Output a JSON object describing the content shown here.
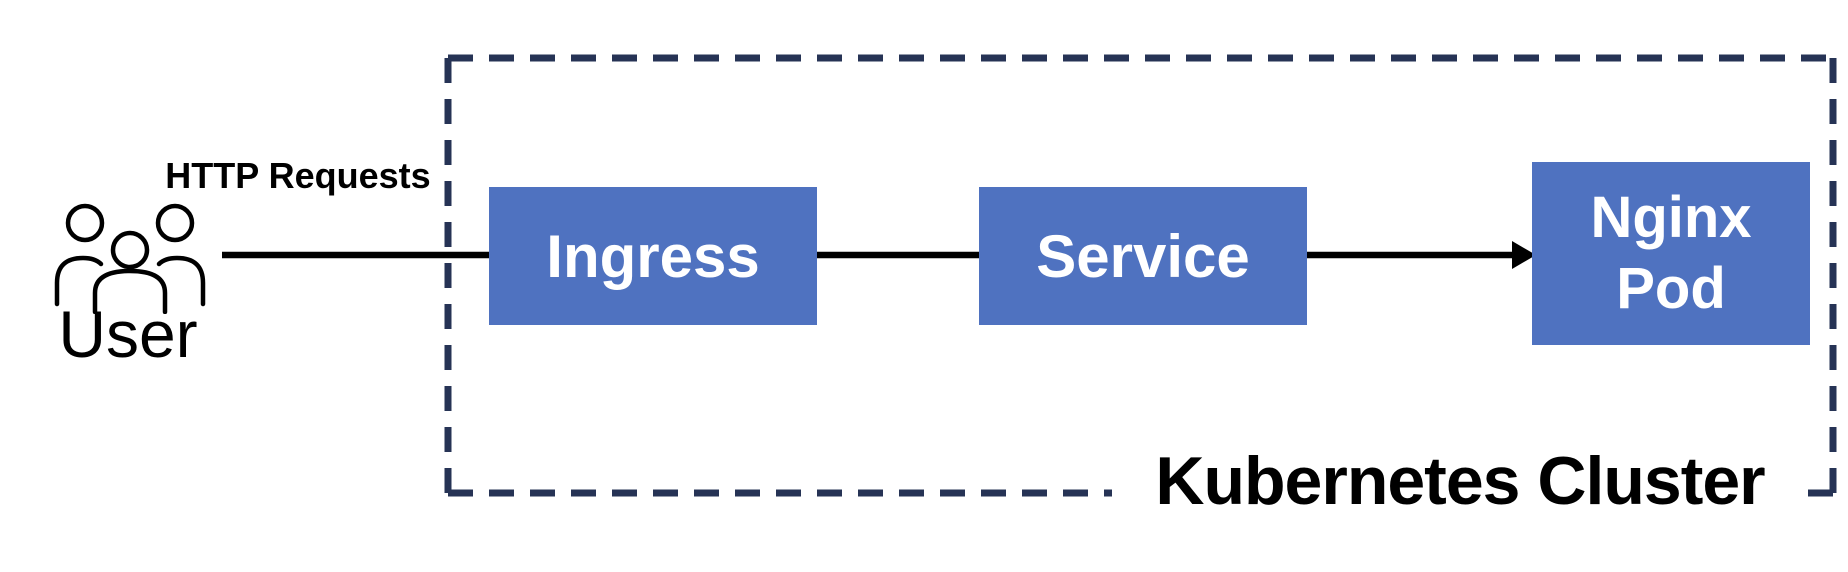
{
  "diagram": {
    "type": "architecture-flow",
    "colors": {
      "background": "#ffffff",
      "node_fill": "#4F72C0",
      "node_text": "#ffffff",
      "cluster_border": "#263355",
      "connector": "#000000",
      "label_text": "#000000"
    },
    "actor": {
      "label": "User",
      "icon": "users-icon"
    },
    "cluster": {
      "label": "Kubernetes Cluster",
      "border_style": "dashed"
    },
    "nodes": [
      {
        "id": "ingress",
        "label": "Ingress"
      },
      {
        "id": "service",
        "label": "Service"
      },
      {
        "id": "nginx-pod",
        "label": "Nginx Pod",
        "lines": [
          "Nginx",
          "Pod"
        ]
      }
    ],
    "edges": [
      {
        "from": "User",
        "to": "Ingress",
        "label": "HTTP Requests",
        "arrow": false
      },
      {
        "from": "Ingress",
        "to": "Service",
        "label": "",
        "arrow": false
      },
      {
        "from": "Service",
        "to": "Nginx Pod",
        "label": "",
        "arrow": true
      }
    ]
  }
}
